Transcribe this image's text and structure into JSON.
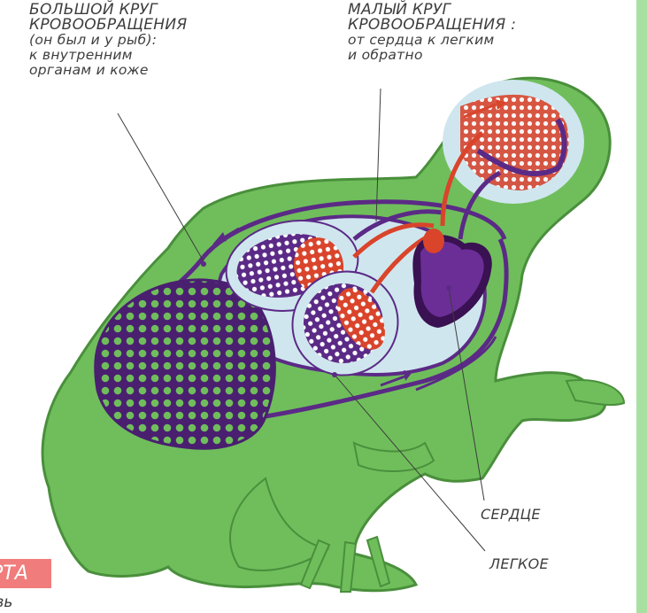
{
  "labels": {
    "big_circle": {
      "title_1": "БОЛЬШОЙ КРУГ",
      "title_2": "КРОВООБРАЩЕНИЯ",
      "sub_1": "(он был и у рыб):",
      "sub_2": "к внутренним",
      "sub_3": "органам и коже"
    },
    "small_circle": {
      "title_1": "МАЛЫЙ КРУГ",
      "title_2": "КРОВООБРАЩЕНИЯ :",
      "sub_1": "от сердца к легким",
      "sub_2": "и обратно"
    },
    "heart": "СЕРДЦЕ",
    "lung": "ЛЕГКОЕ",
    "aorta_fragment": "РТА",
    "blood_fragment": "овь"
  },
  "colors": {
    "frog_green": "#6fbe5b",
    "frog_outline": "#4a8f3c",
    "venous_purple": "#5b2a86",
    "arterial_red": "#d9442b",
    "lung_fill": "#cfe6ee",
    "heart_dark": "#3a1152",
    "accent_stripe": "#a8e0a2"
  }
}
